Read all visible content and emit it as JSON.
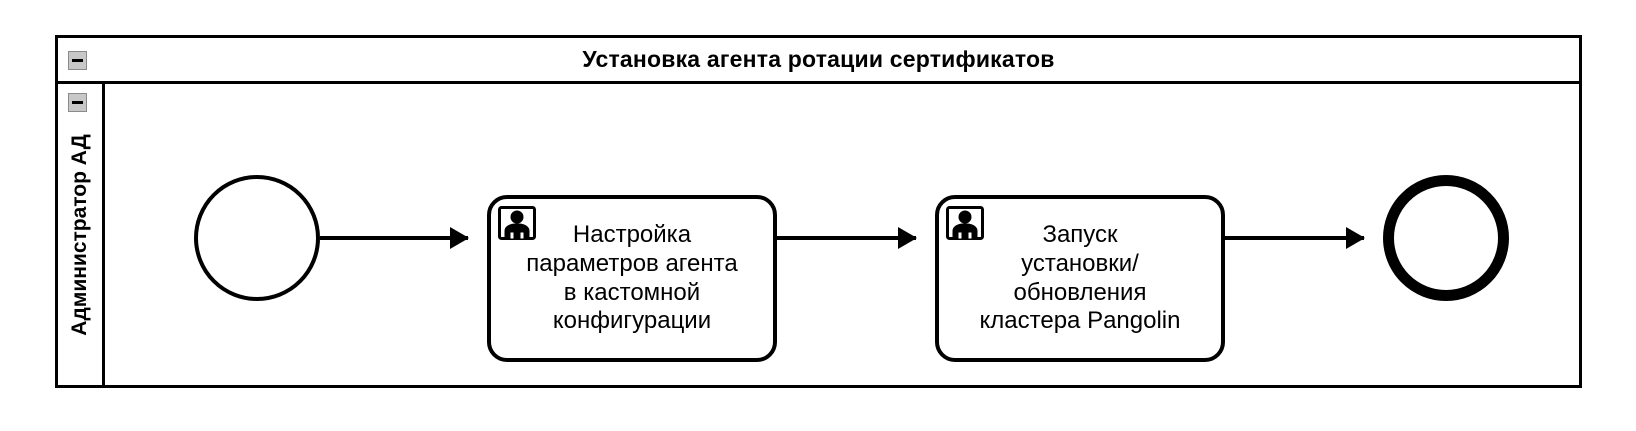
{
  "diagram": {
    "type": "bpmn-process",
    "pool": {
      "title": "Установка агента ротации сертификатов",
      "collapse_icon": "minus-icon"
    },
    "lane": {
      "label": "Администратор АД",
      "collapse_icon": "minus-icon"
    },
    "nodes": [
      {
        "id": "start",
        "type": "start-event",
        "label": ""
      },
      {
        "id": "task-1",
        "type": "user-task",
        "icon": "user-icon",
        "label": "Настройка\nпараметров агента\nв кастомной\nконфигурации"
      },
      {
        "id": "task-2",
        "type": "user-task",
        "icon": "user-icon",
        "label": "Запуск\nустановки/\nобновления\nкластера Pangolin"
      },
      {
        "id": "end",
        "type": "end-event",
        "label": ""
      }
    ],
    "flows": [
      {
        "id": "flow-1",
        "from": "start",
        "to": "task-1",
        "label": ""
      },
      {
        "id": "flow-2",
        "from": "task-1",
        "to": "task-2",
        "label": ""
      },
      {
        "id": "flow-3",
        "from": "task-2",
        "to": "end",
        "label": ""
      }
    ],
    "colors": {
      "stroke": "#000000",
      "fill": "#ffffff",
      "button_face": "#c8c8c8"
    }
  }
}
